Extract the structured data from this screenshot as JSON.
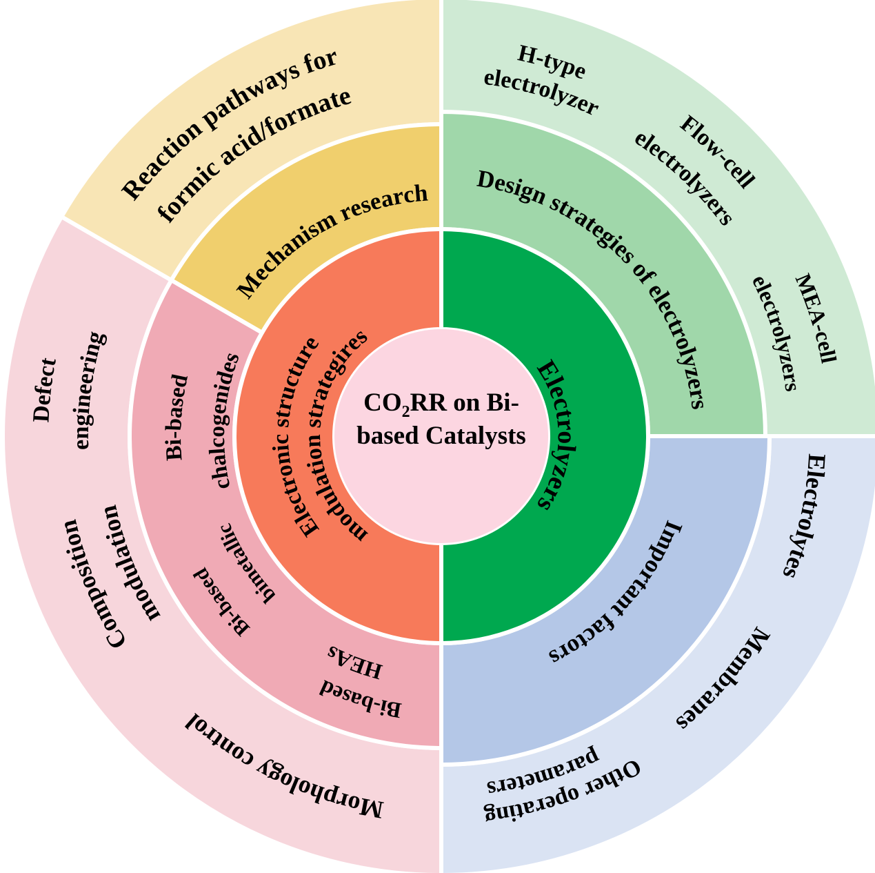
{
  "center": {
    "line1_prefix": "CO",
    "line1_sub": "2",
    "line1_suffix": "RR on Bi-",
    "line2": "based Catalysts"
  },
  "inner_ring": {
    "catalyst": {
      "line1": "Electronic structure",
      "line2": "modulation strategires"
    },
    "electrolyzers": {
      "label": "Electrolyzers"
    }
  },
  "middle_ring": {
    "mechanism": "Mechanism research",
    "design": "Design strategies of electrolyzers",
    "factors": "Important factors",
    "chalcogenides": {
      "line1": "Bi-based",
      "line2": "chalcogenides"
    },
    "bimetallic": {
      "line1": "Bi-based",
      "line2": "bimetallic"
    },
    "heas": {
      "line1": "Bi-based",
      "line2": "HEAs"
    }
  },
  "outer_ring": {
    "pathways": {
      "line1": "Reaction pathways for",
      "line2": "formic acid/formate"
    },
    "htype": {
      "line1": "H-type",
      "line2": "electrolyzer"
    },
    "flowcell": {
      "line1": "Flow-cell",
      "line2": "electrolyzers"
    },
    "mea": {
      "line1": "MEA-cell",
      "line2": "electrolyzers"
    },
    "electrolytes": "Electrolytes",
    "membranes": "Membranes",
    "operating": {
      "line1": "Other operating",
      "line2": "parameters"
    },
    "morphology": "Morphology control",
    "composition": {
      "line1": "Composition",
      "line2": "modulation"
    },
    "defect": {
      "line1": "Defect",
      "line2": "engineering"
    }
  },
  "colors": {
    "center": "#fcd6e1",
    "inner_catalyst": "#f77a5a",
    "inner_electrolyzers": "#00a84f",
    "middle_catalyst": "#f0aab5",
    "middle_mechanism": "#f0cf6d",
    "middle_design": "#a0d7aa",
    "middle_factors": "#b4c7e7",
    "outer_catalyst": "#f7d6dc",
    "outer_mechanism": "#f8e5b5",
    "outer_design": "#cfead4",
    "outer_factors": "#dae3f3"
  }
}
